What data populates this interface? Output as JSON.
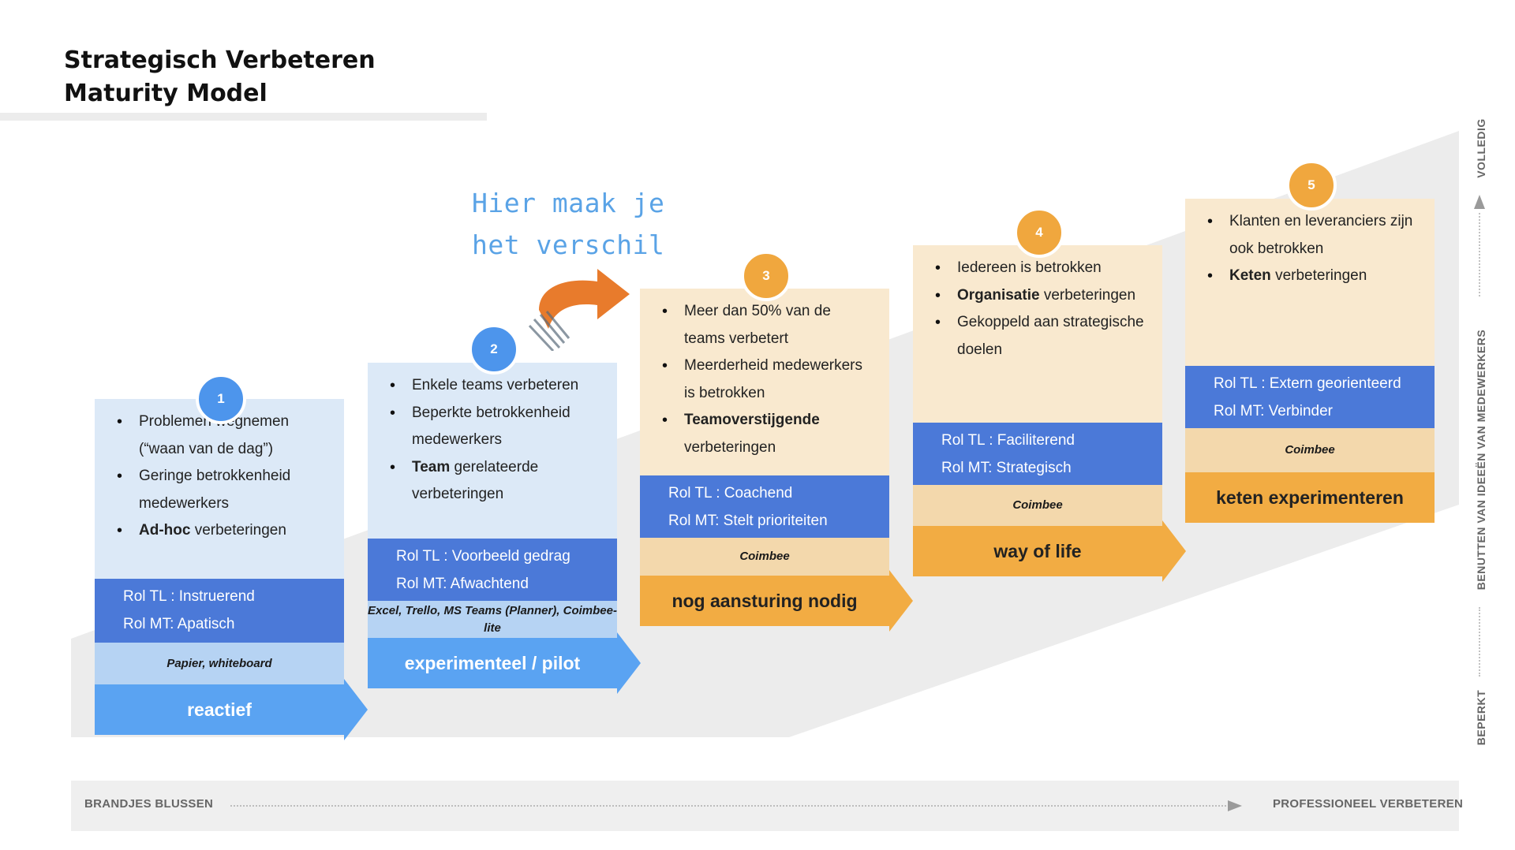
{
  "title": [
    "Strategisch Verbeteren",
    "Maturity Model"
  ],
  "callout": [
    "Hier maak je",
    "het verschil"
  ],
  "levels": [
    {
      "number": "1",
      "bullets": [
        [
          {
            "t": "Problemen wegnemen (“waan van de dag”)"
          }
        ],
        [
          {
            "t": "Geringe betrokkenheid medewerkers"
          }
        ],
        [
          {
            "t": "Ad-hoc",
            "b": true
          },
          {
            "t": " verbeteringen"
          }
        ]
      ],
      "roles": [
        "Rol TL : Instruerend",
        "Rol MT: Apatisch"
      ],
      "tools": "Papier, whiteboard",
      "stage": "reactief"
    },
    {
      "number": "2",
      "bullets": [
        [
          {
            "t": "Enkele teams verbeteren"
          }
        ],
        [
          {
            "t": "Beperkte betrokkenheid medewerkers"
          }
        ],
        [
          {
            "t": "Team",
            "b": true
          },
          {
            "t": " gerelateerde verbeteringen"
          }
        ]
      ],
      "roles": [
        "Rol TL : Voorbeeld gedrag",
        "Rol MT: Afwachtend"
      ],
      "tools": "Excel, Trello, MS Teams (Planner), Coimbee-lite",
      "stage": "experimenteel / pilot"
    },
    {
      "number": "3",
      "bullets": [
        [
          {
            "t": "Meer dan 50% van de teams verbetert"
          }
        ],
        [
          {
            "t": "Meerderheid medewerkers is betrokken"
          }
        ],
        [
          {
            "t": "Teamoverstijgende",
            "b": true
          },
          {
            "t": " verbeteringen"
          }
        ]
      ],
      "roles": [
        "Rol TL : Coachend",
        "Rol MT: Stelt prioriteiten"
      ],
      "tools": "Coimbee",
      "stage": "nog aansturing nodig"
    },
    {
      "number": "4",
      "bullets": [
        [
          {
            "t": "Iedereen is betrokken"
          }
        ],
        [
          {
            "t": "Organisatie",
            "b": true
          },
          {
            "t": " verbeteringen"
          }
        ],
        [
          {
            "t": "Gekoppeld aan strategische doelen"
          }
        ]
      ],
      "roles": [
        "Rol TL : Faciliterend",
        "Rol MT:  Strategisch"
      ],
      "tools": "Coimbee",
      "stage": "way of life"
    },
    {
      "number": "5",
      "bullets": [
        [
          {
            "t": "Klanten en leveranciers zijn ook betrokken"
          }
        ],
        [
          {
            "t": "Keten",
            "b": true
          },
          {
            "t": " verbeteringen"
          }
        ]
      ],
      "roles": [
        "Rol TL : Extern georienteerd",
        "Rol MT: Verbinder"
      ],
      "tools": "Coimbee",
      "stage": "keten experimenteren"
    }
  ],
  "x_axis": {
    "start": "BRANDJES BLUSSEN",
    "end": "PROFESSIONEEL VERBETEREN"
  },
  "y_axis": {
    "bottom": "BEPERKT",
    "middle": "BENUTTEN VAN IDEEËN VAN MEDEWERKERS",
    "top": "VOLLEDIG"
  },
  "colors": {
    "blue_stage": "#5aa3f2",
    "orange_stage": "#f2ac43",
    "roles": "#4b79d8",
    "backdrop": "#ececec",
    "callout": "#5aa3e6",
    "curl_arrow": "#e87b2c"
  }
}
